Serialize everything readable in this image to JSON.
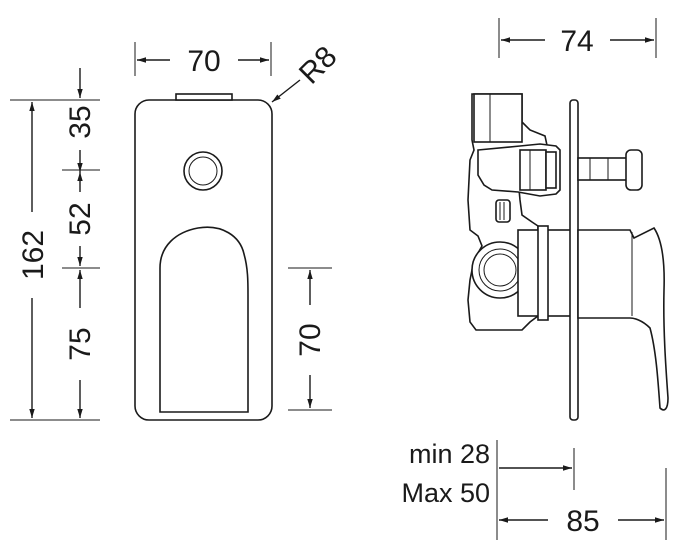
{
  "front_view": {
    "width": "70",
    "radius": "R8",
    "height_total": "162",
    "height_top": "35",
    "height_mid": "52",
    "height_bottom": "75",
    "handle_height": "70"
  },
  "side_view": {
    "depth_top": "74",
    "min_label": "min 28",
    "max_label": "Max 50",
    "depth_bottom": "85"
  }
}
